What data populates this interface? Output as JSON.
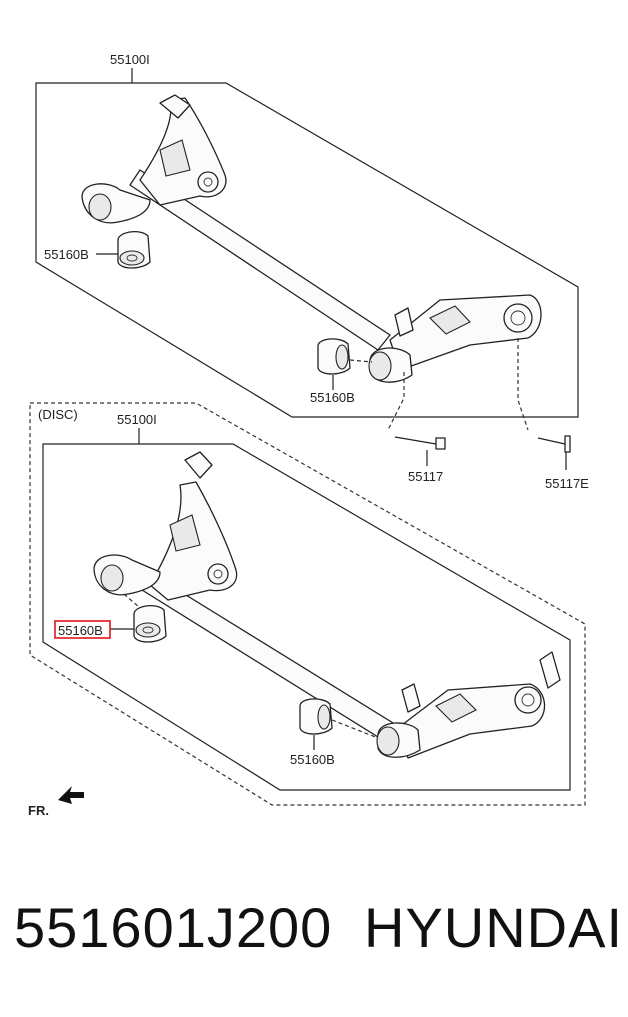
{
  "diagram": {
    "top_group": {
      "assembly_label": "55100I",
      "bushing_left_label": "55160B",
      "bushing_right_label": "55160B"
    },
    "fasteners": {
      "bolt_label": "55117",
      "bolt_e_label": "55117E"
    },
    "bottom_group": {
      "variant_label": "(DISC)",
      "assembly_label": "55100I",
      "bushing_left_label": "55160B",
      "bushing_right_label": "55160B",
      "highlight_color": "#e0141e"
    },
    "direction_label": "FR."
  },
  "footer": {
    "part_number": "551601J200",
    "brand": "HYUNDAI"
  }
}
